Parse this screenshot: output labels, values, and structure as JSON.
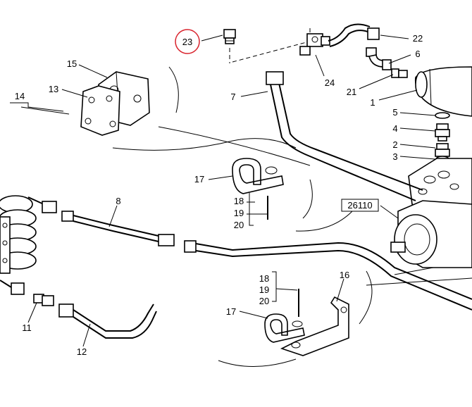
{
  "diagram": {
    "callouts": [
      {
        "id": "c23",
        "text": "23",
        "highlighted": true
      },
      {
        "id": "c22",
        "text": "22"
      },
      {
        "id": "c6",
        "text": "6"
      },
      {
        "id": "c24",
        "text": "24"
      },
      {
        "id": "c21",
        "text": "21"
      },
      {
        "id": "c1",
        "text": "1"
      },
      {
        "id": "c5",
        "text": "5"
      },
      {
        "id": "c4",
        "text": "4"
      },
      {
        "id": "c2",
        "text": "2"
      },
      {
        "id": "c3",
        "text": "3"
      },
      {
        "id": "c15",
        "text": "15"
      },
      {
        "id": "c13",
        "text": "13"
      },
      {
        "id": "c14",
        "text": "14"
      },
      {
        "id": "c7",
        "text": "7"
      },
      {
        "id": "c17a",
        "text": "17"
      },
      {
        "id": "c18a",
        "text": "18"
      },
      {
        "id": "c19a",
        "text": "19"
      },
      {
        "id": "c20a",
        "text": "20"
      },
      {
        "id": "c8",
        "text": "8"
      },
      {
        "id": "c26110",
        "text": "26110",
        "boxed": true
      },
      {
        "id": "c16",
        "text": "16"
      },
      {
        "id": "c18b",
        "text": "18"
      },
      {
        "id": "c19b",
        "text": "19"
      },
      {
        "id": "c20b",
        "text": "20"
      },
      {
        "id": "c17b",
        "text": "17"
      },
      {
        "id": "c11",
        "text": "11"
      },
      {
        "id": "c12",
        "text": "12"
      }
    ],
    "highlight_color": "#d9232d"
  }
}
